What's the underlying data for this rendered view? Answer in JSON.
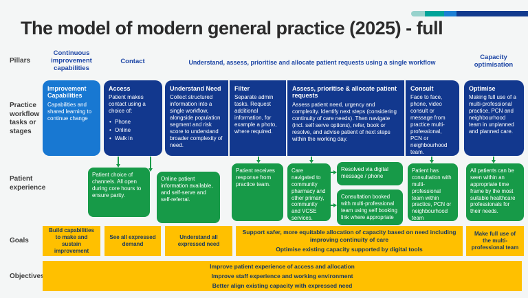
{
  "slide": {
    "title": "The model of modern general practice (2025) - full"
  },
  "row_labels": {
    "pillars": "Pillars",
    "workflow": "Practice workflow tasks or stages",
    "experience": "Patient experience",
    "goals": "Goals",
    "objectives": "Objectives"
  },
  "pillars": {
    "p1": "Continuous improvement capabilities",
    "p2": "Contact",
    "p3": "Understand, assess, prioritise and allocate patient requests using a single workflow",
    "p4": "Capacity optimisation"
  },
  "workflow": {
    "improvement": {
      "title": "Improvement Capabilities",
      "body": "Capabilities and shared learning to continue change"
    },
    "access": {
      "title": "Access",
      "body": "Patient makes contact using a choice of:",
      "bullets": [
        "Phone",
        "Online",
        "Walk in"
      ]
    },
    "understand": {
      "title": "Understand Need",
      "body": "Collect structured information into a single workflow, alongside population segment and risk score to understand broader complexity of need."
    },
    "filter": {
      "title": "Filter",
      "body": "Separate admin tasks. Request additional information, for example a photo, where required."
    },
    "assess": {
      "title": "Assess, prioritise & allocate patient requests",
      "body": "Assess patient need, urgency and complexity. Identify next steps (considering continuity of care needs). Then navigate (incl. self serve options), refer, book or resolve, and advise patient of next steps within the working day."
    },
    "consult": {
      "title": "Consult",
      "body": "Face to face, phone, video consult or message from practice multi-professional, PCN or neighbourhood team."
    },
    "optimise": {
      "title": "Optimise",
      "body": "Making full use of a multi-professional practice, PCN and neighbourhood team in unplanned and planned care."
    }
  },
  "experience": {
    "boxes": [
      "Patient choice of channels. All open during core hours to ensure parity.",
      "Online patient information available, and self-serve and self-referral.",
      "Patient receives response from practice team.",
      "Care navigated to community pharmacy and other primary, community and VCSE services.",
      "Resolved via digital message / phone",
      "Consultation booked with multi-professional team using self booking link where appropriate",
      "Patient has consultation with multi-professional team within practice, PCN or neighbourhood team",
      "All patients can be seen within an appropriate time frame by the most suitable healthcare professionals for their needs."
    ]
  },
  "goals": {
    "g1": "Build capabilities to make and sustain improvement",
    "g2": "See all expressed demand",
    "g3": "Understand all expressed need",
    "g4a": "Support safer, more equitable allocation of capacity based on need including improving continuity of care",
    "g4b": "Optimise existing capacity supported by digital tools",
    "g5": "Make full use of the multi-professional team"
  },
  "objectives": {
    "lines": [
      "Improve patient experience of access and allocation",
      "Improve staff experience and working environment",
      "Better align existing capacity with expressed need"
    ]
  },
  "colors": {
    "background": "#f4f6f6",
    "light_blue": "#1878d2",
    "navy": "#12388e",
    "green": "#179a48",
    "gold": "#ffc000",
    "header_blue": "#1c45a5",
    "goal_text": "#17375e",
    "deco_teal_light": "#97d2cc",
    "deco_teal": "#00a499",
    "deco_blue": "#1d80d4"
  }
}
